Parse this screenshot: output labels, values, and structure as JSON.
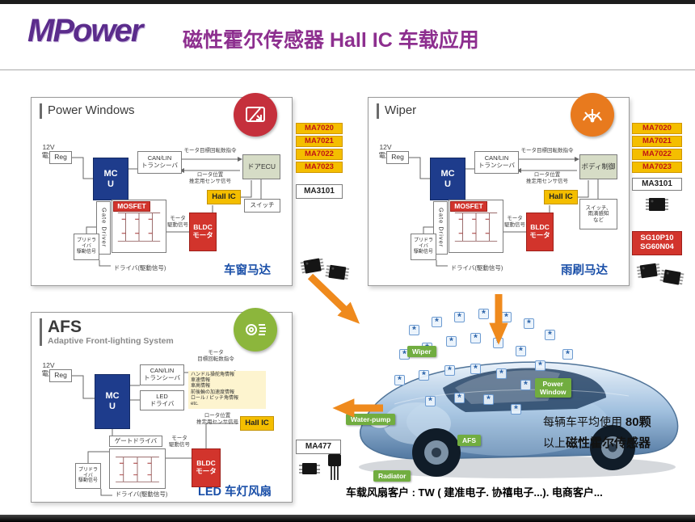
{
  "header": {
    "logo": "MPower",
    "title": "磁性霍尔传感器 Hall IC 车载应用"
  },
  "panels": {
    "power_windows": {
      "title": "Power Windows",
      "supply": "12V\n電源",
      "reg": "Reg",
      "mcu": "MC\nU",
      "canlin": "CAN/LIN\nトランシーバ",
      "cmd": "モータ目標回転数指令",
      "ecu": "ドアECU",
      "rotor": "ロータ位置\n推定用センサ信号",
      "hall": "Hall IC",
      "switch": "スイッチ",
      "mosfet": "MOSFET",
      "gate": "Gate Driver",
      "motor_sig": "モータ\n駆動信号",
      "bldc": "BLDC\nモータ",
      "predriver": "プリドライバ\n駆動信号",
      "driver_sig": "ドライバ(駆動信号)",
      "caption": "车窗马达"
    },
    "wiper": {
      "title": "Wiper",
      "supply": "12V\n電源",
      "reg": "Reg",
      "mcu": "MC\nU",
      "canlin": "CAN/LIN\nトランシーバ",
      "cmd": "モータ目標回転数指令",
      "ecu": "ボディ制御",
      "rotor": "ロータ位置\n推定用センサ信号",
      "hall": "Hall IC",
      "switch": "スイッチ、\n雨滴感知\nなど",
      "mosfet": "MOSFET",
      "gate": "Gate Driver",
      "motor_sig": "モータ\n駆動信号",
      "bldc": "BLDC\nモータ",
      "predriver": "プリドライバ\n駆動信号",
      "driver_sig": "ドライバ(駆動信号)",
      "caption": "雨刷马达"
    },
    "afs": {
      "title": "AFS",
      "subtitle": "Adaptive Front-lighting System",
      "supply": "12V\n電源",
      "reg": "Reg",
      "mcu": "MC\nU",
      "canlin": "CAN/LIN\nトランシーバ",
      "cmd": "モータ\n目標回転数指令",
      "info": "ハンドル操舵角情報\n車速情報\n車高情報\n前後輪の加速度情報\nロール / ピッチ角情報\netc.",
      "led_driver": "LED\nドライバ",
      "rotor": "ロータ位置\n推定用センサ信号",
      "hall": "Hall IC",
      "gate": "ゲートドライバ",
      "motor_sig": "モータ\n駆動信号",
      "bldc": "BLDC\nモータ",
      "predriver": "プリドライバ\n駆動信号",
      "driver_sig": "ドライバ(駆動信号)",
      "caption": "LED 车灯风扇"
    }
  },
  "chips": {
    "left": {
      "items": [
        "MA7020",
        "MA7021",
        "MA7022",
        "MA7023"
      ],
      "ma3101": "MA3101"
    },
    "right": {
      "items": [
        "MA7020",
        "MA7021",
        "MA7022",
        "MA7023"
      ],
      "ma3101": "MA3101",
      "sg": "SG10P10\nSG60N04"
    },
    "afs": {
      "ma477": "MA477"
    }
  },
  "car": {
    "labels": {
      "wiper": "Wiper",
      "power_window": "Power\nWindow",
      "water_pump": "Water-pump",
      "afs": "AFS",
      "radiator": "Radiator"
    },
    "stats": {
      "line1_prefix": "每辆车平均使用 ",
      "line1_bold": "80颗",
      "line2_prefix": "以上",
      "line2_bold": "磁性霍尔传感器"
    },
    "bottom_note": "车载风扇客户 : TW ( 建准电子. 协禧电子...). 电商客户..."
  }
}
